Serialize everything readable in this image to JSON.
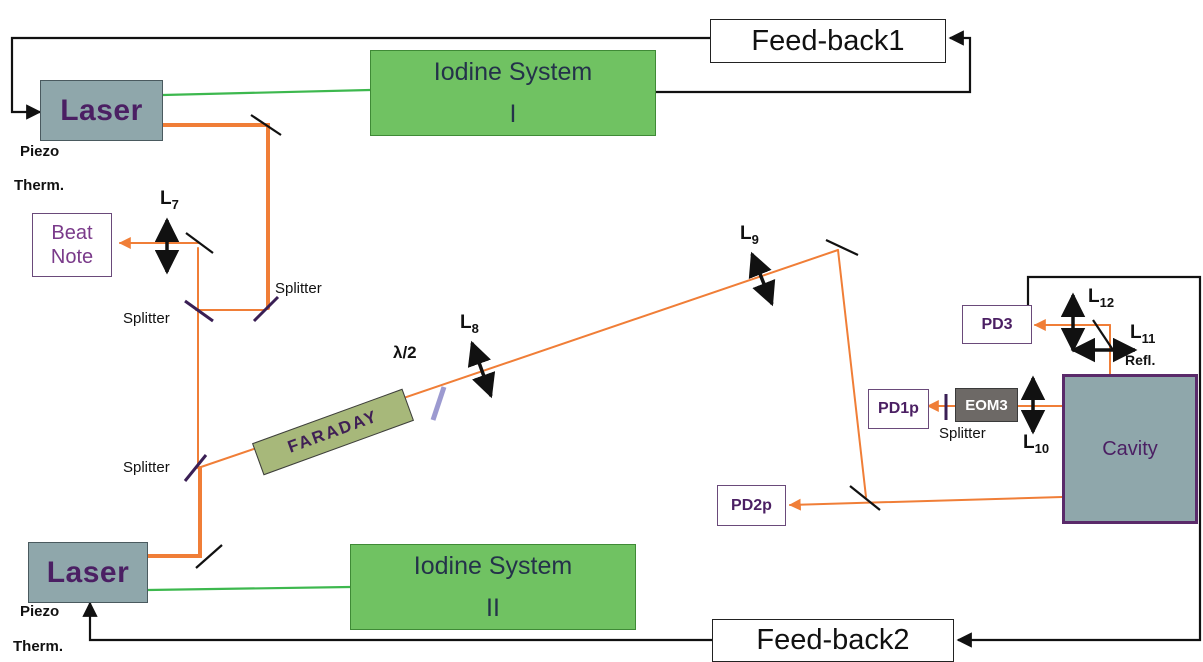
{
  "lasers": {
    "top": "Laser",
    "bottom": "Laser"
  },
  "iodine": {
    "top": {
      "title": "Iodine System",
      "numeral": "I"
    },
    "bottom": {
      "title": "Iodine System",
      "numeral": "II"
    }
  },
  "feedback": {
    "top": "Feed-back1",
    "bottom": "Feed-back2"
  },
  "controls": {
    "top_piezo": "Piezo",
    "top_therm": "Therm.",
    "bottom_piezo": "Piezo",
    "bottom_therm": "Therm."
  },
  "beat_note": {
    "line1": "Beat",
    "line2": "Note"
  },
  "splitters": {
    "a": "Splitter",
    "b": "Splitter",
    "c": "Splitter",
    "d": "Splitter"
  },
  "lenses": {
    "l7": {
      "letter": "L",
      "sub": "7"
    },
    "l8": {
      "letter": "L",
      "sub": "8"
    },
    "l9": {
      "letter": "L",
      "sub": "9"
    },
    "l10": {
      "letter": "L",
      "sub": "10"
    },
    "l11": {
      "letter": "L",
      "sub": "11"
    },
    "l12": {
      "letter": "L",
      "sub": "12"
    }
  },
  "waveplate": "λ/2",
  "faraday": "FARADAY",
  "photodiodes": {
    "pd1p": "PD1p",
    "pd2p": "PD2p",
    "pd3": "PD3"
  },
  "eom": "EOM3",
  "cavity": "Cavity",
  "refl": "Refl.",
  "colors": {
    "beam": "#f07e37",
    "fiber": "#3db84e",
    "wire": "#111111",
    "optic": "#3a1f55",
    "waveplate": "#9c9ad0"
  }
}
